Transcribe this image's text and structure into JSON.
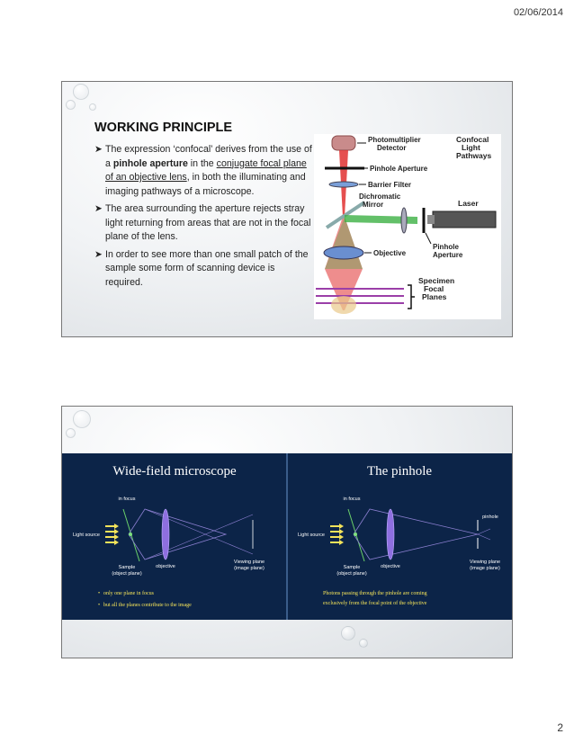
{
  "header": {
    "date": "02/06/2014"
  },
  "footer": {
    "page_number": "2"
  },
  "slide1": {
    "title": "WORKING PRINCIPLE",
    "bullets": {
      "b1_pre": "The expression ‘confocal’ derives from the use of a ",
      "b1_bold": "pinhole aperture",
      "b1_mid": " in the ",
      "b1_under": "conjugate focal plane of an objective lens",
      "b1_post": ", in both the illuminating and imaging pathways of a microscope.",
      "b2": "The area surrounding the aperture rejects stray light returning from areas that are not in the focal plane of the lens.",
      "b3": "In order to see more than one small patch of the sample some form of scanning device is required."
    },
    "diagram": {
      "photomultiplier": "Photomultiplier",
      "detector": "Detector",
      "confocal1": "Confocal",
      "confocal2": "Light",
      "confocal3": "Pathways",
      "pinhole_aperture": "Pinhole Aperture",
      "barrier_filter": "Barrier Filter",
      "dichromatic1": "Dichromatic",
      "dichromatic2": "Mirror",
      "laser": "Laser",
      "pinhole1": "Pinhole",
      "pinhole2": "Aperture",
      "objective": "Objective",
      "specimen1": "Specimen",
      "specimen2": "Focal",
      "specimen3": "Planes"
    }
  },
  "slide2": {
    "left": {
      "title": "Wide-field microscope",
      "in_focus": "in focus",
      "light_source": "Light source",
      "sample1": "Sample",
      "sample2": "(object plane)",
      "objective": "objective",
      "viewing1": "Viewing plane",
      "viewing2": "(image plane)",
      "note1": "only one plane in focus",
      "note2": "but all the planes contribute to the image"
    },
    "right": {
      "title": "The pinhole",
      "in_focus": "in focus",
      "light_source": "Light source",
      "sample1": "Sample",
      "sample2": "(object plane)",
      "objective": "objective",
      "pinhole": "pinhole",
      "viewing1": "Viewing plane",
      "viewing2": "(image plane)",
      "note1": "Photons passing through the pinhole are coming",
      "note2": "exclusively from the focal point of the objective"
    }
  }
}
